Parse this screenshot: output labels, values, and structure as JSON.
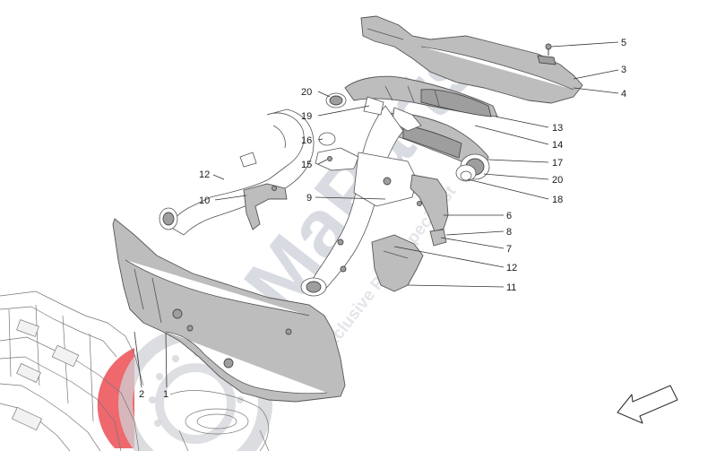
{
  "watermark": {
    "brand": "MaParts",
    "tagline": "Exclusive Parts Specialist"
  },
  "callouts": [
    {
      "id": "c5",
      "label": "5"
    },
    {
      "id": "c3",
      "label": "3"
    },
    {
      "id": "c4",
      "label": "4"
    },
    {
      "id": "c20a",
      "label": "20"
    },
    {
      "id": "c19",
      "label": "19"
    },
    {
      "id": "c13",
      "label": "13"
    },
    {
      "id": "c16",
      "label": "16"
    },
    {
      "id": "c14",
      "label": "14"
    },
    {
      "id": "c15",
      "label": "15"
    },
    {
      "id": "c17",
      "label": "17"
    },
    {
      "id": "c12a",
      "label": "12"
    },
    {
      "id": "c20b",
      "label": "20"
    },
    {
      "id": "c10",
      "label": "10"
    },
    {
      "id": "c18",
      "label": "18"
    },
    {
      "id": "c9",
      "label": "9"
    },
    {
      "id": "c6",
      "label": "6"
    },
    {
      "id": "c8",
      "label": "8"
    },
    {
      "id": "c7",
      "label": "7"
    },
    {
      "id": "c12b",
      "label": "12"
    },
    {
      "id": "c11",
      "label": "11"
    },
    {
      "id": "c2",
      "label": "2"
    },
    {
      "id": "c1",
      "label": "1"
    }
  ],
  "colors": {
    "part_fill": "#bdbdbd",
    "part_stroke": "#555555",
    "watermark": "#d9dbe2",
    "logo_red": "#e8363d"
  },
  "icons": {
    "direction": "front-direction-arrow-icon",
    "logo": "brake-disc-logo-icon"
  }
}
